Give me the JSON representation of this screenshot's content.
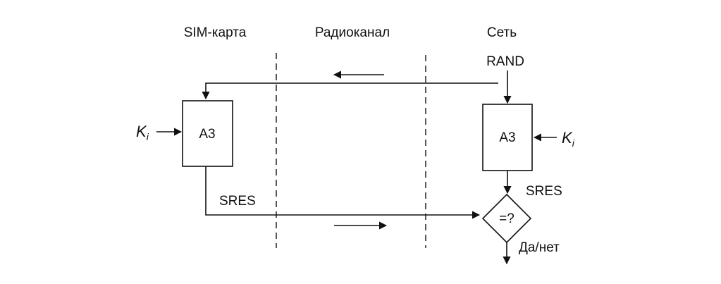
{
  "columns": {
    "sim": "SIM-карта",
    "radio": "Радиоканал",
    "network": "Сеть"
  },
  "signals": {
    "rand": "RAND",
    "sres_sim": "SRES",
    "sres_net": "SRES",
    "result": "Да/нет"
  },
  "blocks": {
    "a3_sim": "A3",
    "a3_net": "A3",
    "compare": "=?"
  },
  "keys": {
    "ki_sim": "K",
    "ki_sim_sub": "i",
    "ki_net": "K",
    "ki_net_sub": "i"
  }
}
